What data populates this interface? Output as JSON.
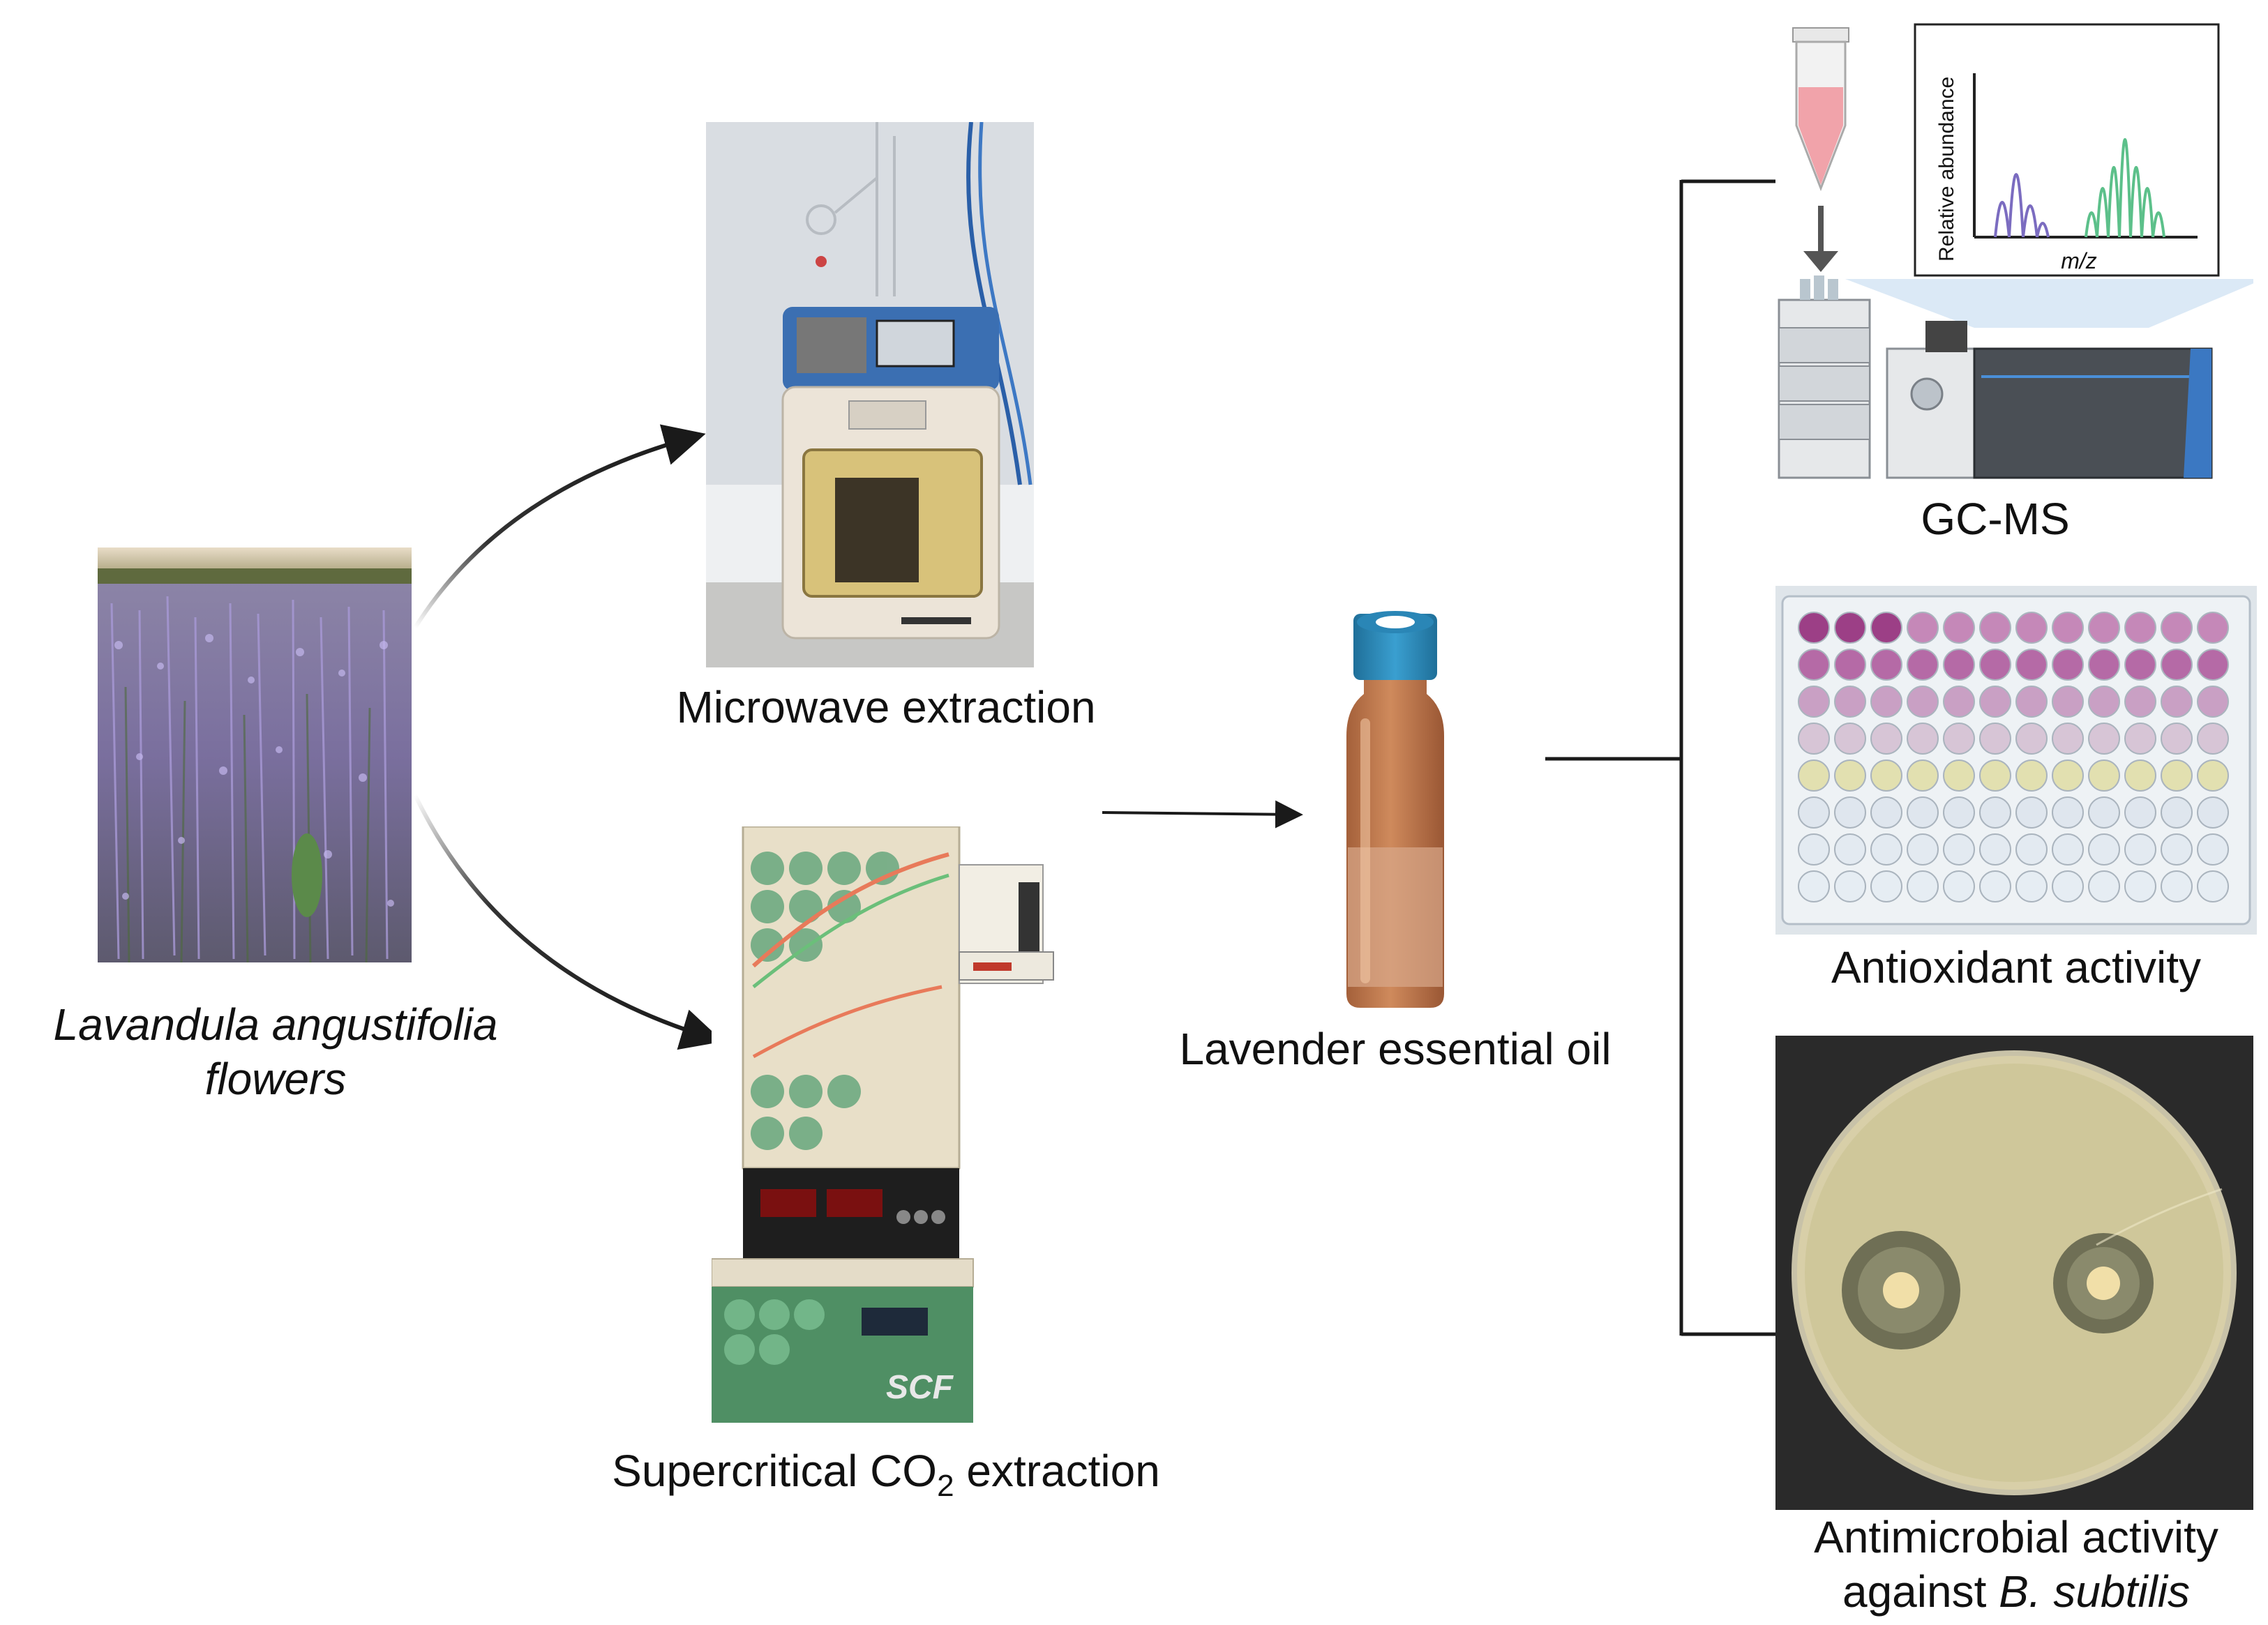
{
  "flow": {
    "source": {
      "line1": "Lavandula angustifolia",
      "line2": "flowers"
    },
    "methods": {
      "microwave": "Microwave extraction",
      "supercritical_pre": "Supercritical CO",
      "supercritical_sub": "2",
      "supercritical_post": " extraction"
    },
    "product": "Lavender essential oil",
    "analyses": {
      "gcms": "GC-MS",
      "antioxidant": "Antioxidant activity",
      "antimicrobial_line1": "Antimicrobial activity",
      "antimicrobial_pre": "against ",
      "antimicrobial_ital": "B. subtilis"
    },
    "spectrum": {
      "ylabel": "Relative abundance",
      "xlabel": "m/z"
    }
  },
  "colors": {
    "arrow": "#1a1a1a",
    "lavender": "#8b7fb8",
    "spectrum_purple": "#7b6cc0",
    "spectrum_green": "#5cc08a",
    "vial_amber": "#b8734a",
    "vial_cap": "#2f8fbf",
    "scf_green": "#4f8f64",
    "plate_pink": "#b35a9a"
  }
}
